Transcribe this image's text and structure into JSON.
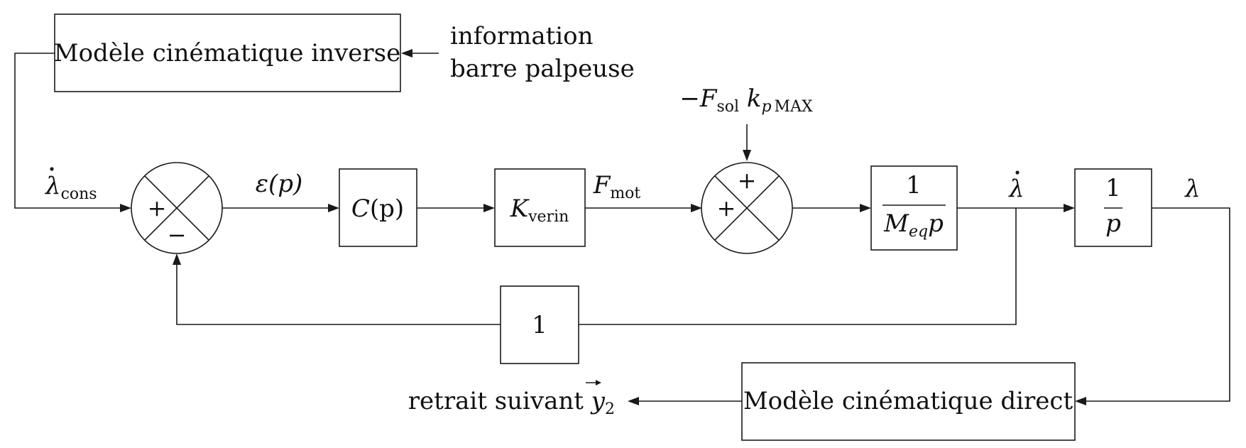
{
  "blocks": {
    "inverse_model": "Modèle cinématique inverse",
    "direct_model": "Modèle cinématique direct",
    "controller": {
      "symbol": "C",
      "arg": "(p)"
    },
    "gain": {
      "symbol": "K",
      "sub": "verin"
    },
    "plant": {
      "num": "1",
      "den_symbol": "M",
      "den_sub": "eq",
      "den_var": "p"
    },
    "integrator": {
      "num": "1",
      "den": "p"
    },
    "feedback_gain": "1"
  },
  "inputs": {
    "bumper_info_line1": "information",
    "bumper_info_line2": "barre palpeuse"
  },
  "outputs": {
    "retraction_text": "retrait suivant ",
    "retraction_symbol": "y",
    "retraction_sub": "2"
  },
  "signals": {
    "lambda_cons": {
      "symbol": "λ",
      "sub": "cons"
    },
    "epsilon": {
      "symbol": "ε",
      "arg": "(p)"
    },
    "f_mot": {
      "symbol": "F",
      "sub": "mot"
    },
    "lambda_dot": "λ",
    "lambda": "λ",
    "disturbance": {
      "minus": "−",
      "f": "F",
      "f_sub": "sol",
      "k": "k",
      "k_sub_p": "p",
      "k_sub_max": "MAX"
    }
  },
  "summing": {
    "sum1_left_sign": "+",
    "sum1_bottom_sign": "−",
    "sum2_top_sign": "+",
    "sum2_left_sign": "+"
  }
}
